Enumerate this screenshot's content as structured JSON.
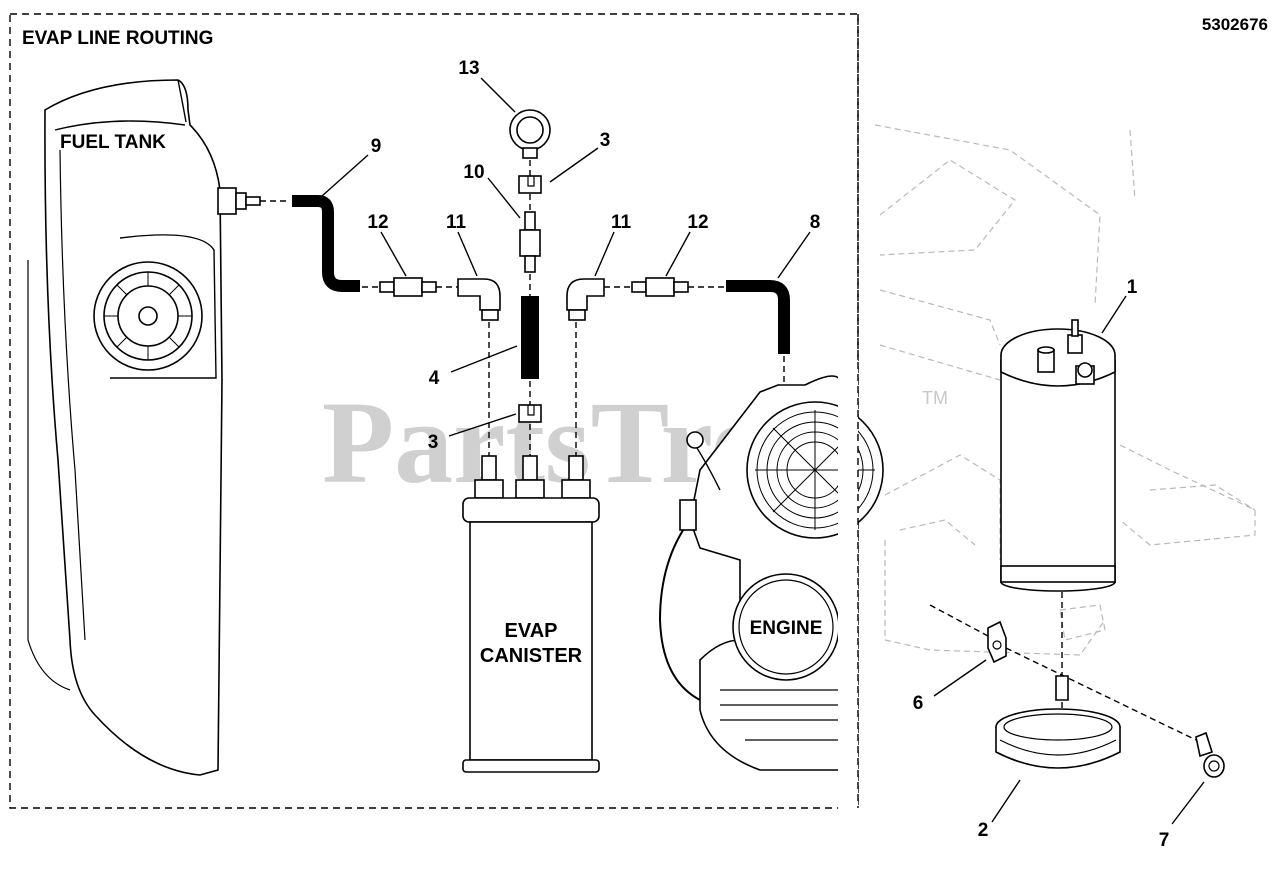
{
  "section_title": "EVAP LINE ROUTING",
  "diagram_number": "5302676",
  "component_labels": {
    "fuel_tank": "FUEL TANK",
    "evap_canister_line1": "EVAP",
    "evap_canister_line2": "CANISTER",
    "engine": "ENGINE"
  },
  "watermark": {
    "text": "PartsTree",
    "trademark": "TM"
  },
  "callouts": {
    "c13": "13",
    "c3_top": "3",
    "c10": "10",
    "c9": "9",
    "c12_left": "12",
    "c11_left": "11",
    "c11_right": "11",
    "c12_right": "12",
    "c8": "8",
    "c4": "4",
    "c3_bottom": "3",
    "c1": "1",
    "c6": "6",
    "c2": "2",
    "c7": "7"
  },
  "colors": {
    "line": "#000000",
    "watermark": "#c8c8c8",
    "ghost": "#b9b9b9"
  }
}
